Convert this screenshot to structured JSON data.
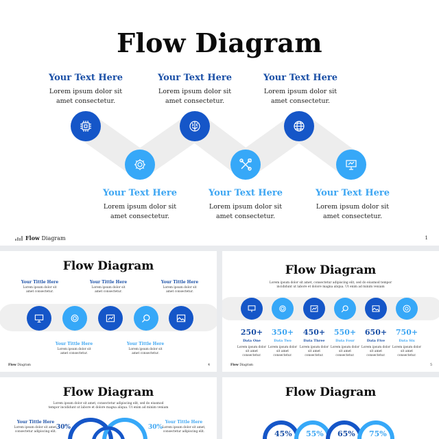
{
  "hero": {
    "title": "Flow Diagram",
    "steps": [
      {
        "heading": "Your Text Here",
        "body": "Lorem ipsum dolor sit amet consectetur.",
        "icon": "chip-icon"
      },
      {
        "heading": "Your Text Here",
        "body": "Lorem ipsum dolor sit amet consectetur.",
        "icon": "gear-icon"
      },
      {
        "heading": "Your Text Here",
        "body": "Lorem ipsum dolor sit amet consectetur.",
        "icon": "brain-icon"
      },
      {
        "heading": "Your Text Here",
        "body": "Lorem ipsum dolor sit amet consectetur.",
        "icon": "tools-icon"
      },
      {
        "heading": "Your Text Here",
        "body": "Lorem ipsum dolor sit amet consectetur.",
        "icon": "globe-icon"
      },
      {
        "heading": "Your Text Here",
        "body": "Lorem ipsum dolor sit amet consectetur.",
        "icon": "presentation-icon"
      }
    ],
    "footer_bold": "Flow",
    "footer_rest": "Diagram",
    "page": "1"
  },
  "slide2": {
    "title": "Flow Diagram",
    "items": [
      {
        "heading": "Your Tittle Here",
        "body": "Lorem ipsum dolor sit amet consectetur."
      },
      {
        "heading": "Your Tittle Here",
        "body": "Lorem ipsum dolor sit amet consectetur."
      },
      {
        "heading": "Your Tittle Here",
        "body": "Lorem ipsum dolor sit amet consectetur."
      },
      {
        "heading": "Your Tittle Here",
        "body": "Lorem ipsum dolor sit amet consectetur."
      },
      {
        "heading": "Your Tittle Here",
        "body": "Lorem ipsum dolor sit amet consectetur."
      }
    ],
    "footer_bold": "Flow",
    "footer_rest": "Diagram",
    "page": "4"
  },
  "slide3": {
    "title": "Flow Diagram",
    "intro": "Lorem ipsum dolor sit amet, consectetur adipiscing elit, sed do eiusmod tempor incididunt ut labore et dolore magna aliqua. Ut enim ad minim veniam",
    "stats": [
      {
        "value": "250+",
        "label": "Data One",
        "body": "Lorem ipsum dolor sit amet consectetur."
      },
      {
        "value": "350+",
        "label": "Data Two",
        "body": "Lorem ipsum dolor sit amet consectetur."
      },
      {
        "value": "450+",
        "label": "Data Three",
        "body": "Lorem ipsum dolor sit amet consectetur."
      },
      {
        "value": "550+",
        "label": "Data Four",
        "body": "Lorem ipsum dolor sit amet consectetur."
      },
      {
        "value": "650+",
        "label": "Data Five",
        "body": "Lorem ipsum dolor sit amet consectetur."
      },
      {
        "value": "750+",
        "label": "Data Six",
        "body": "Lorem ipsum dolor sit amet consectetur."
      }
    ],
    "footer_bold": "Flow",
    "footer_rest": "Diagram",
    "page": "5"
  },
  "slide4": {
    "title": "Flow Diagram",
    "intro": "Lorem ipsum dolor sit amet, consectetur adipiscing elit, sed do eiusmod tempor incididunt ut labore et dolore magna aliqua. Ut enim ad minim veniam",
    "left": {
      "heading": "Your Tittle Here",
      "body": "Lorem ipsum dolor sit amet, consectetur adipiscing elit."
    },
    "right": {
      "heading": "Your Tittle Here",
      "body": "Lorem ipsum dolor sit amet, consectetur adipiscing elit."
    },
    "pct_left": "30%",
    "pct_right": "30%"
  },
  "slide5": {
    "title": "Flow Diagram",
    "percents": [
      "45%",
      "55%",
      "65%",
      "75%"
    ]
  },
  "colors": {
    "dark": "#1556c8",
    "light": "#36a8f8",
    "connector": "#ececec"
  }
}
